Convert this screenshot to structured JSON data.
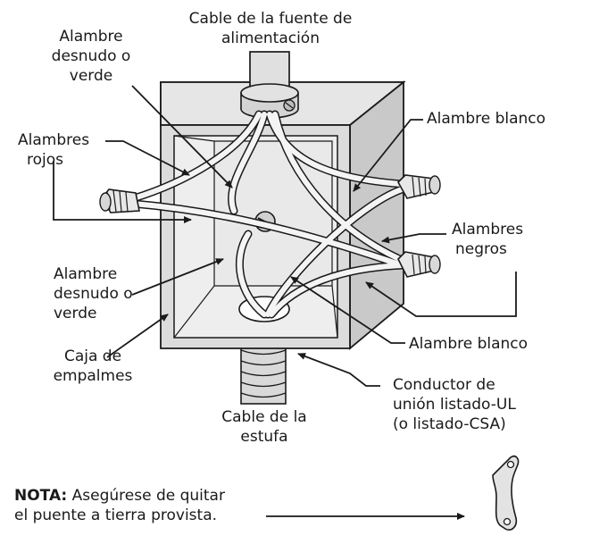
{
  "labels": {
    "cable_fuente_l1": "Cable de la fuente de",
    "cable_fuente_l2": "alimentación",
    "alambre_desnudo_top_l1": "Alambre",
    "alambre_desnudo_top_l2": "desnudo o",
    "alambre_desnudo_top_l3": "verde",
    "alambres_rojos_l1": "Alambres",
    "alambres_rojos_l2": "rojos",
    "alambre_blanco_top": "Alambre blanco",
    "alambres_negros_l1": "Alambres",
    "alambres_negros_l2": "negros",
    "alambre_desnudo_bottom_l1": "Alambre",
    "alambre_desnudo_bottom_l2": "desnudo o",
    "alambre_desnudo_bottom_l3": "verde",
    "alambre_blanco_bottom": "Alambre blanco",
    "caja_l1": "Caja de",
    "caja_l2": "empalmes",
    "conductor_l1": "Conductor de",
    "conductor_l2": "unión listado-UL",
    "conductor_l3": "(o listado-CSA)",
    "cable_estufa_l1": "Cable de la",
    "cable_estufa_l2": "estufa"
  },
  "note": {
    "bold": "NOTA:",
    "line1": " Asegúrese de quitar",
    "line2": "el puente a tierra provista."
  }
}
